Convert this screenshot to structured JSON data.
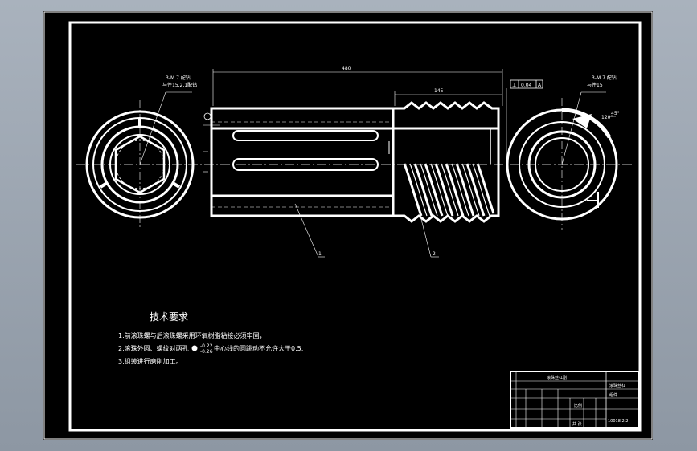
{
  "drawing": {
    "tech_req": {
      "title": "技术要求",
      "lines": [
        "1.前滚珠螺与后滚珠螺采用环氧树脂粘接必须牢固，",
        "2.滚珠外圆、螺纹对两孔",
        "3.组装进行磨削加工。"
      ],
      "line2_tail": "中心线的圆跳动不允许大于0.5,",
      "tol_upper": "-0.22",
      "tol_lower": "-0.26"
    },
    "dimensions": {
      "overall_length": "480",
      "thread_length": "145"
    },
    "part_labels": [
      "1",
      "2"
    ],
    "left_note": {
      "line1": "3-M 7 配钻",
      "line2": "与件15,2,1配钻"
    },
    "right_note": {
      "line1": "3-M 7 配钻",
      "line2": "与件15"
    },
    "feature_frame": {
      "symbol": "⊥",
      "value": "0.04",
      "datum": "A"
    },
    "angles": [
      "120°",
      "45°"
    ],
    "title_block": {
      "top_row": "滚珠丝杠副",
      "part_name": "滚珠丝杠",
      "material": "组件",
      "drawing_no": "10018 2.2",
      "scale": "比例",
      "sheet": "共 张"
    }
  }
}
